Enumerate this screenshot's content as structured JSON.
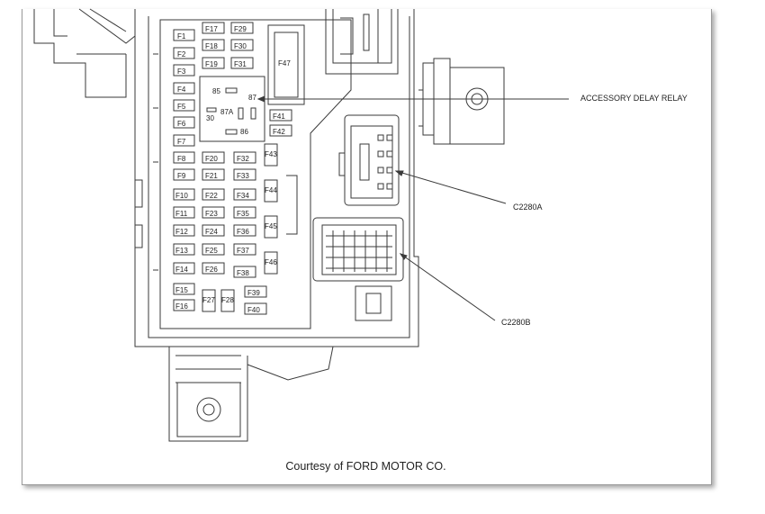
{
  "caption": "Courtesy of FORD MOTOR CO.",
  "callouts": {
    "relay": "ACCESSORY DELAY RELAY",
    "connector_a": "C2280A",
    "connector_b": "C2280B"
  },
  "relay_pins": {
    "p85": "85",
    "p87": "87",
    "p87a": "87A",
    "p30": "30",
    "p86": "86"
  },
  "fuses": {
    "F1": "F1",
    "F2": "F2",
    "F3": "F3",
    "F4": "F4",
    "F5": "F5",
    "F6": "F6",
    "F7": "F7",
    "F8": "F8",
    "F9": "F9",
    "F10": "F10",
    "F11": "F11",
    "F12": "F12",
    "F13": "F13",
    "F14": "F14",
    "F15": "F15",
    "F16": "F16",
    "F17": "F17",
    "F18": "F18",
    "F19": "F19",
    "F20": "F20",
    "F21": "F21",
    "F22": "F22",
    "F23": "F23",
    "F24": "F24",
    "F25": "F25",
    "F26": "F26",
    "F27": "F27",
    "F28": "F28",
    "F29": "F29",
    "F30": "F30",
    "F31": "F31",
    "F32": "F32",
    "F33": "F33",
    "F34": "F34",
    "F35": "F35",
    "F36": "F36",
    "F37": "F37",
    "F38": "F38",
    "F39": "F39",
    "F40": "F40",
    "F41": "F41",
    "F42": "F42",
    "F43": "F43",
    "F44": "F44",
    "F45": "F45",
    "F46": "F46",
    "F47": "F47"
  }
}
